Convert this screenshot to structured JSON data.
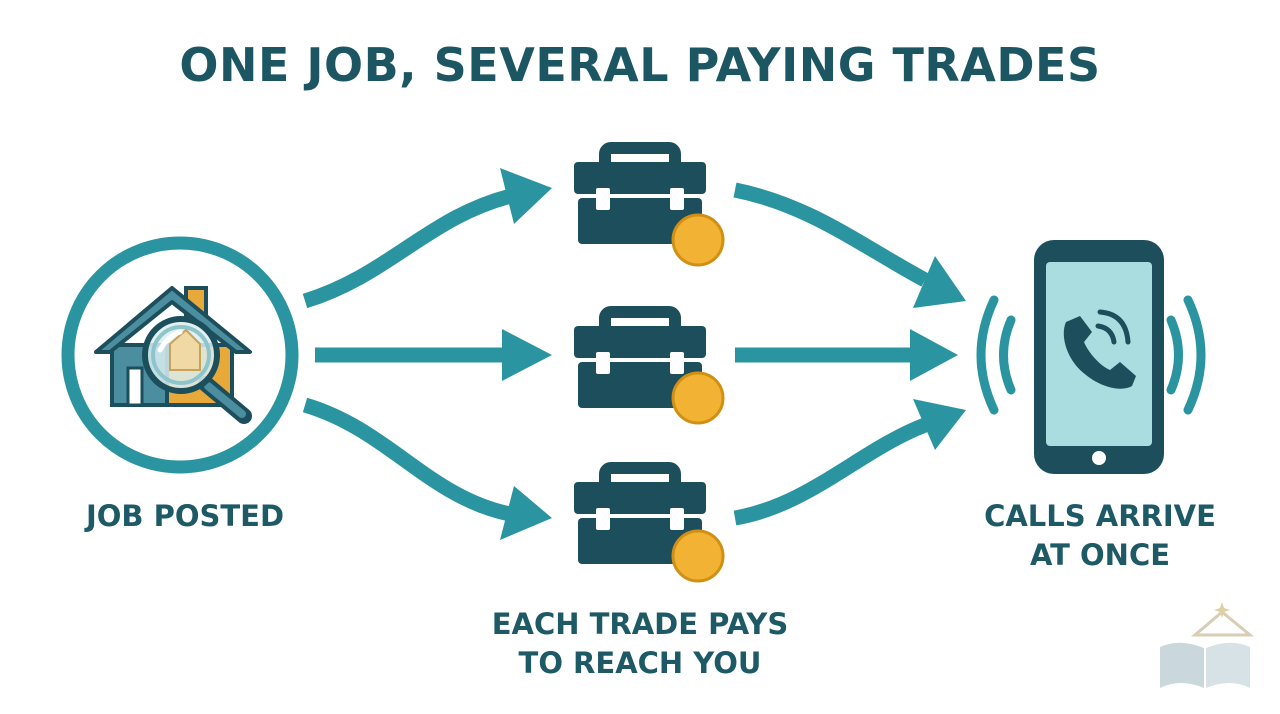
{
  "title": "ONE JOB, SEVERAL PAYING TRADES",
  "nodes": {
    "source": {
      "label": "JOB POSTED",
      "icon": "house-magnifier-icon"
    },
    "trades": {
      "label_lines": [
        "EACH TRADE PAYS",
        "TO REACH YOU"
      ],
      "icon": "toolbox-coin-icon",
      "count": 3
    },
    "target": {
      "label_lines": [
        "CALLS ARRIVE",
        "AT ONCE"
      ],
      "icon": "ringing-phone-icon"
    }
  },
  "colors": {
    "arrow": "#2a95a0",
    "dark": "#1c4e5c",
    "title": "#1c5663",
    "coin": "#f2b233",
    "coin_edge": "#d18f14",
    "house_roof": "#4b8ea0",
    "house_wall": "#e7a93a",
    "phone_screen": "#a9dde0"
  }
}
